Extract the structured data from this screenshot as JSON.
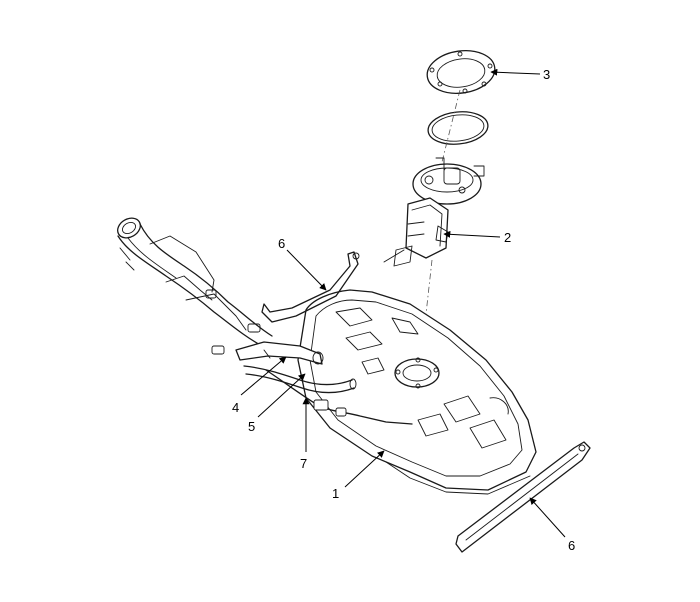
{
  "callouts": [
    {
      "id": "c1",
      "label": "1"
    },
    {
      "id": "c2",
      "label": "2"
    },
    {
      "id": "c3",
      "label": "3"
    },
    {
      "id": "c4",
      "label": "4"
    },
    {
      "id": "c5",
      "label": "5"
    },
    {
      "id": "c6a",
      "label": "6"
    },
    {
      "id": "c6b",
      "label": "6"
    },
    {
      "id": "c7",
      "label": "7"
    }
  ]
}
